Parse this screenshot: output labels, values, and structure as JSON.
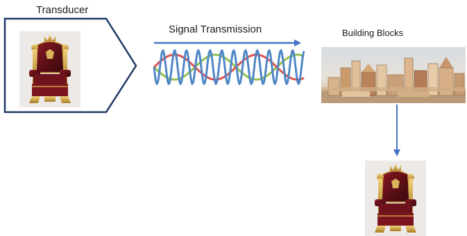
{
  "labels": {
    "transducer": "Transducer",
    "signal_transmission": "Signal Transmission",
    "building_blocks": "Building Blocks"
  },
  "icons": {
    "source_image": "throne-chair-photo",
    "blocks_image": "wooden-building-blocks-photo",
    "output_image": "throne-chair-photo"
  },
  "colors": {
    "outline": "#1f3864",
    "arrow": "#4472c4",
    "wave_blue": "#4f86c6",
    "wave_red": "#d9534f",
    "wave_green": "#8fc04f"
  }
}
